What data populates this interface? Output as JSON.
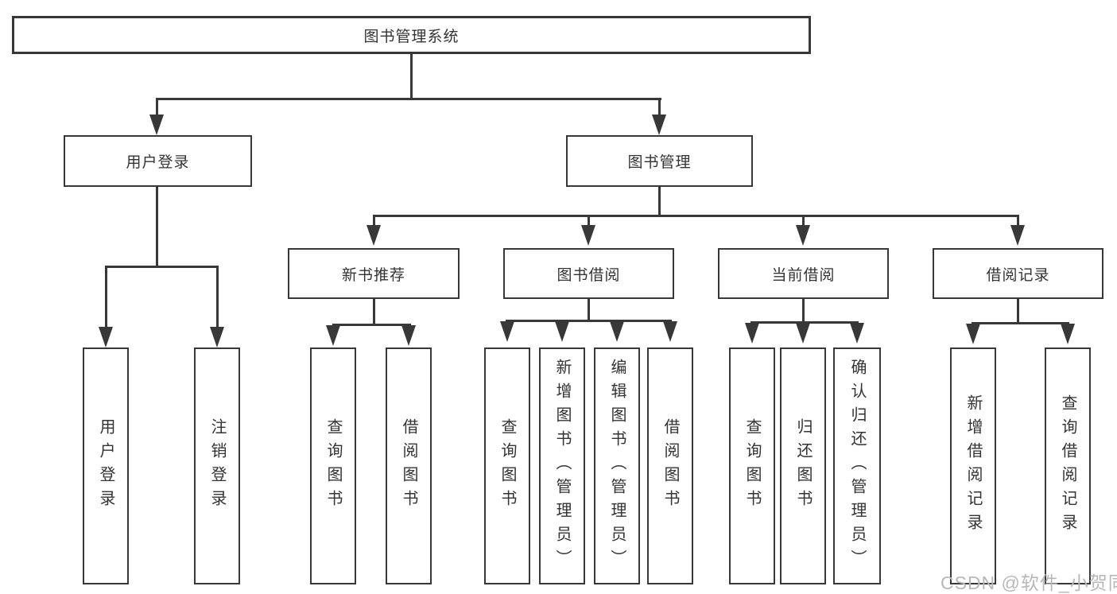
{
  "diagram": {
    "root": {
      "label": "图书管理系统"
    },
    "level1": [
      {
        "label": "用户登录"
      },
      {
        "label": "图书管理"
      }
    ],
    "level2": [
      {
        "label": "新书推荐"
      },
      {
        "label": "图书借阅"
      },
      {
        "label": "当前借阅"
      },
      {
        "label": "借阅记录"
      }
    ],
    "leaves": [
      {
        "label": "用户登录"
      },
      {
        "label": "注销登录"
      },
      {
        "label": "查询图书"
      },
      {
        "label": "借阅图书"
      },
      {
        "label": "查询图书"
      },
      {
        "label": "新增图书（管理员）"
      },
      {
        "label": "编辑图书（管理员）"
      },
      {
        "label": "借阅图书"
      },
      {
        "label": "查询图书"
      },
      {
        "label": "归还图书"
      },
      {
        "label": "确认归还（管理员）"
      },
      {
        "label": "新增借阅记录"
      },
      {
        "label": "查询借阅记录"
      }
    ],
    "watermark": "CSDN @软件_小贺同学",
    "colors": {
      "line": "#383838",
      "text": "#333333",
      "watermark": "#b8b8b8",
      "background": "#ffffff"
    }
  }
}
